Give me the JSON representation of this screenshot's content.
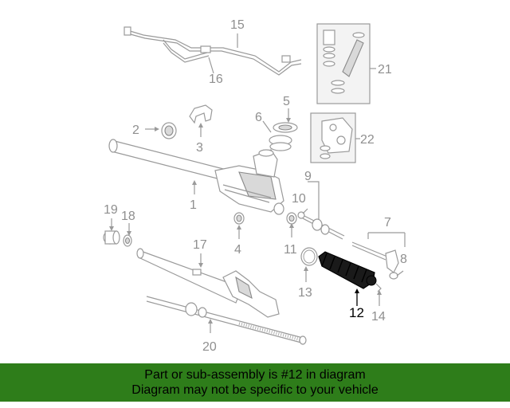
{
  "diagram": {
    "highlighted_part": "12",
    "labels": {
      "l1": "1",
      "l2": "2",
      "l3": "3",
      "l4": "4",
      "l5": "5",
      "l6": "6",
      "l7": "7",
      "l8": "8",
      "l9": "9",
      "l10": "10",
      "l11": "11",
      "l12": "12",
      "l13": "13",
      "l14": "14",
      "l15": "15",
      "l16": "16",
      "l17": "17",
      "l18": "18",
      "l19": "19",
      "l20": "20",
      "l21": "21",
      "l22": "22"
    },
    "colors": {
      "highlight": "#000000",
      "parts": "#9a9a9a",
      "banner_background": "#2e7d1a"
    }
  },
  "banner": {
    "line1": "Part or sub-assembly is #12 in diagram",
    "line2": "Diagram may not be specific to your vehicle"
  }
}
